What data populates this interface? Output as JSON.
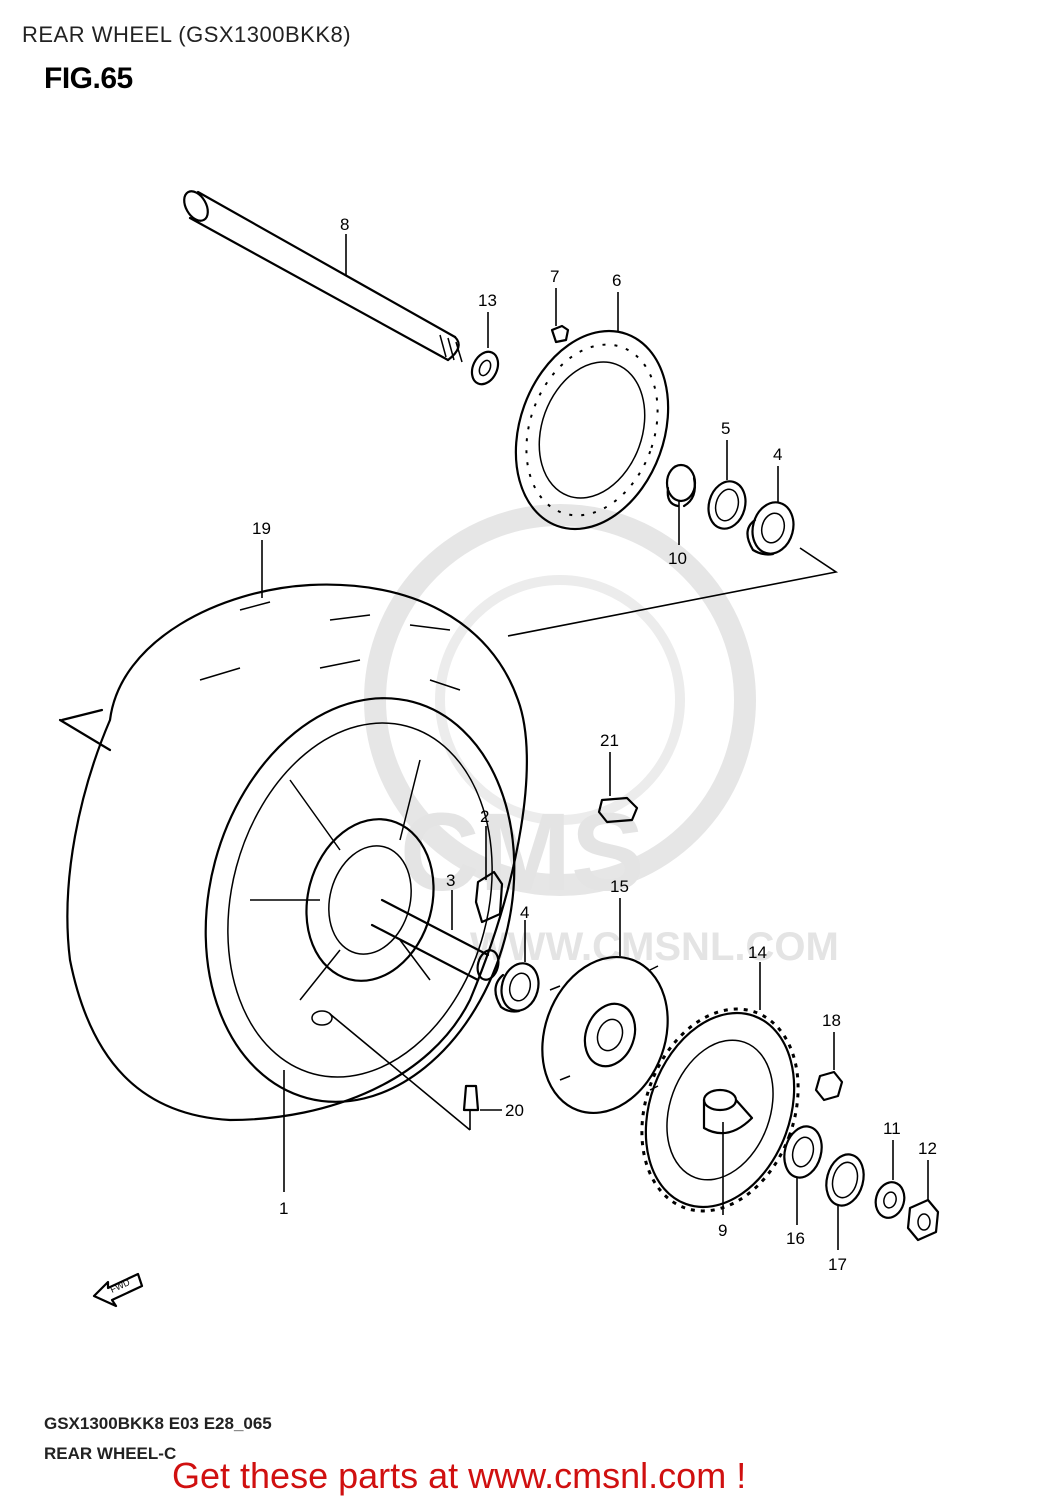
{
  "header": {
    "page_title": "REAR WHEEL (GSX1300BKK8)",
    "figure_title": "FIG.65"
  },
  "watermark": {
    "text_main": "CMS",
    "text_url": "WWW.CMSNL.COM"
  },
  "direction_badge": "FWD",
  "callouts": {
    "c1": "1",
    "c2": "2",
    "c3": "3",
    "c4a": "4",
    "c4b": "4",
    "c5": "5",
    "c6": "6",
    "c7": "7",
    "c8": "8",
    "c9": "9",
    "c10": "10",
    "c11": "11",
    "c12": "12",
    "c13": "13",
    "c14": "14",
    "c15": "15",
    "c16": "16",
    "c17": "17",
    "c18": "18",
    "c19": "19",
    "c20": "20",
    "c21": "21"
  },
  "footer": {
    "code": "GSX1300BKK8 E03 E28_065",
    "subtitle": "REAR WHEEL-C",
    "promo": "Get these parts at www.cmsnl.com !"
  },
  "colors": {
    "promo": "#d01010",
    "watermark": "#e4e4e4",
    "line": "#000000"
  }
}
